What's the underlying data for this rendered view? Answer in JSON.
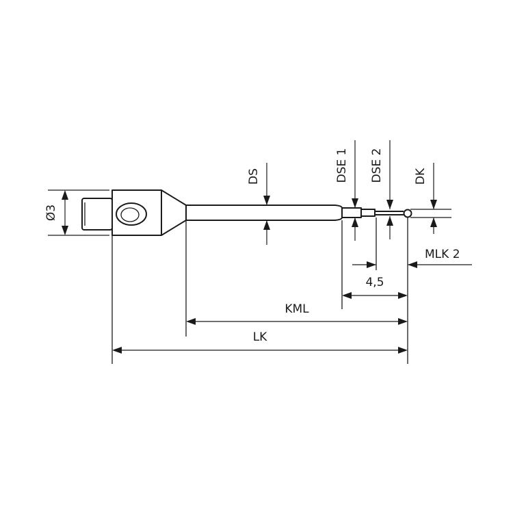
{
  "labels": {
    "dia": "Ø3",
    "ds": "DS",
    "dse1": "DSE 1",
    "dse2": "DSE 2",
    "dk": "DK",
    "mlk2": "MLK 2",
    "dim45": "4,5",
    "kml": "KML",
    "lk": "LK"
  },
  "colors": {
    "line": "#1a1a1a",
    "background": "#ffffff"
  }
}
